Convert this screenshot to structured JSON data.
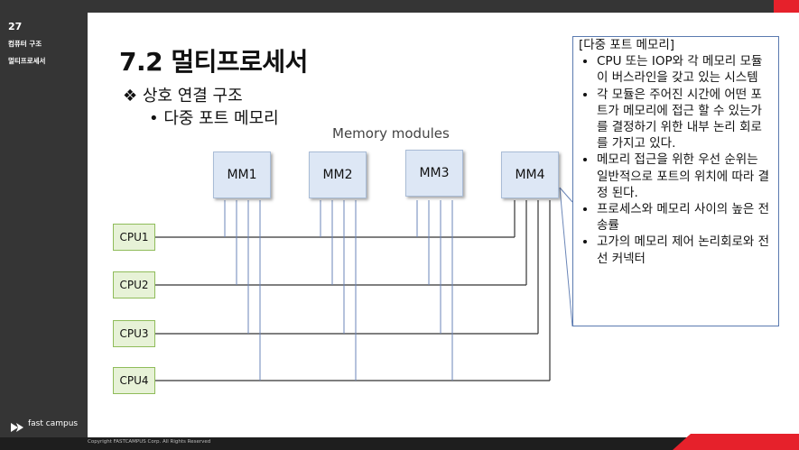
{
  "page_number": "27",
  "sidebar": {
    "course": "컴퓨터 구조",
    "chapter": "멀티프로세서"
  },
  "logo_text": "fast campus",
  "copyright": "Copyright FASTCAMPUS Corp. All Rights Reserved",
  "title": "7.2 멀티프로세서",
  "bullet_main": "❖ 상호 연결 구조",
  "bullet_sub": "•  다중 포트 메모리",
  "diagram": {
    "caption": "Memory modules",
    "memory_modules": [
      "MM1",
      "MM2",
      "MM3",
      "MM4"
    ],
    "cpus": [
      "CPU1",
      "CPU2",
      "CPU3",
      "CPU4"
    ]
  },
  "note": {
    "heading": "[다중 포트 메모리]",
    "items": [
      "CPU 또는 IOP와 각 메모리 모듈이 버스라인을 갖고 있는 시스템",
      "각 모듈은 주어진 시간에 어떤 포트가 메모리에 접근 할 수 있는가를 결정하기 위한 내부 논리 회로를 가지고 있다.",
      "메모리 접근을 위한 우선 순위는 일반적으로 포트의 위치에 따라 결정 된다.",
      "프로세스와 메모리 사이의 높은 전송률",
      "고가의 메모리 제어 논리회로와 전선 커넥터"
    ]
  }
}
